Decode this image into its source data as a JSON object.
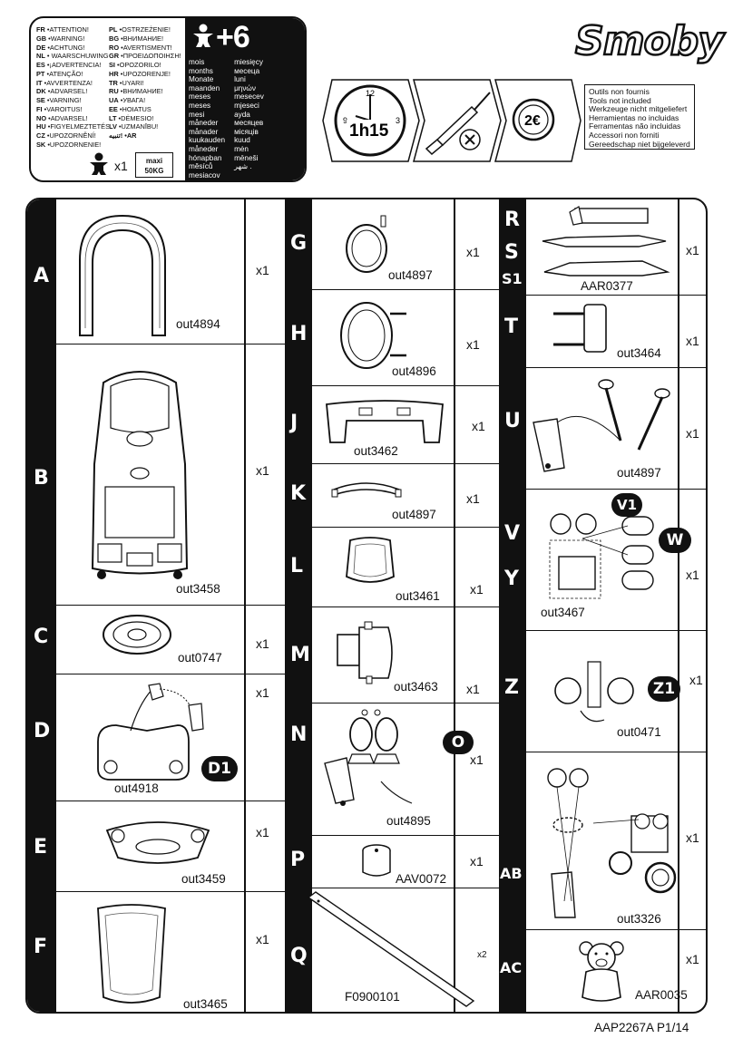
{
  "warnings": {
    "left": [
      [
        "FR",
        "•ATTENTION!"
      ],
      [
        "GB",
        "•WARNING!"
      ],
      [
        "DE",
        "•ACHTUNG!"
      ],
      [
        "NL",
        "• WAARSCHUWING!"
      ],
      [
        "ES",
        "•¡ADVERTENCIA!"
      ],
      [
        "PT",
        "•ATENÇÃO!"
      ],
      [
        "IT",
        "•AVVERTENZA!"
      ],
      [
        "DK",
        "•ADVARSEL!"
      ],
      [
        "SE",
        "•VARNING!"
      ],
      [
        "FI",
        "•VAROITUS!"
      ],
      [
        "NO",
        "•ADVARSEL!"
      ],
      [
        "HU",
        "•FIGYELMEZTETÉS!"
      ],
      [
        "CZ",
        "•UPOZORNĚNÍ!"
      ],
      [
        "SK",
        "•UPOZORNENIE!"
      ]
    ],
    "right": [
      [
        "PL",
        "•OSTRZEŻENIE!"
      ],
      [
        "BG",
        "•ВНИМАНИЕ!"
      ],
      [
        "RO",
        "•AVERTISMENT!"
      ],
      [
        "GR",
        "•ΠΡΟΕΙΔΟΠΟΙΗΣΗ!"
      ],
      [
        "SI",
        "•OPOZORILO!"
      ],
      [
        "HR",
        "•UPOZORENJE!"
      ],
      [
        "TR",
        "•UYARI!"
      ],
      [
        "RU",
        "•ВНИМАНИЕ!"
      ],
      [
        "UA",
        "•УВАГА!"
      ],
      [
        "EE",
        "•HOIATUS"
      ],
      [
        "LT",
        "•DĖMESIO!"
      ],
      [
        "LV",
        "•UZMANĪBU!"
      ],
      [
        "•AR",
        "تنبيه!"
      ]
    ],
    "age": "+6",
    "months_col1": [
      "mois",
      "months",
      "Monate",
      "maanden",
      "meses",
      "meses",
      "mesi",
      "måneder",
      "månader",
      "kuukauden",
      "måneder",
      "hónapban",
      "měsíců",
      "mesiacov"
    ],
    "months_col2": [
      "miesięcy",
      "месеца",
      "luni",
      "μηνών",
      "mesecev",
      "mjeseci",
      "ayda",
      "месяцев",
      "місяців",
      "kuud",
      "mėn",
      "mēneši",
      "شهر ."
    ],
    "quantity": "x1",
    "max_line1": "maxi",
    "max_line2": "50KG"
  },
  "brand": "Smoby",
  "tools": {
    "time": "1h15",
    "note_lines": [
      "Outils non fournis",
      "Tools not included",
      "Werkzeuge nicht mitgeliefert",
      "Herramientas no incluidas",
      "Ferramentas não incluidas",
      "Accessori non forniti",
      "Gereedschap niet bijgeleverd"
    ]
  },
  "parts": {
    "col1": [
      {
        "letter": "A",
        "ref": "out4894",
        "qty": "x1"
      },
      {
        "letter": "B",
        "ref": "out3458",
        "qty": "x1"
      },
      {
        "letter": "C",
        "ref": "out0747",
        "qty": "x1"
      },
      {
        "letter": "D",
        "ref": "out4918",
        "qty": "x1",
        "badge": "D1"
      },
      {
        "letter": "E",
        "ref": "out3459",
        "qty": "x1"
      },
      {
        "letter": "F",
        "ref": "out3465",
        "qty": "x1"
      }
    ],
    "col2": [
      {
        "letter": "G",
        "ref": "out4897",
        "qty": "x1"
      },
      {
        "letter": "H",
        "ref": "out4896",
        "qty": "x1"
      },
      {
        "letter": "J",
        "ref": "out3462",
        "qty": "x1"
      },
      {
        "letter": "K",
        "ref": "out4897",
        "qty": "x1"
      },
      {
        "letter": "L",
        "ref": "out3461",
        "qty": "x1"
      },
      {
        "letter": "M",
        "ref": "out3463",
        "qty": "x1"
      },
      {
        "letter": "N",
        "ref": "out4895",
        "qty": "x1",
        "badge": "O"
      },
      {
        "letter": "P",
        "ref": "AAV0072",
        "qty": "x1"
      },
      {
        "letter": "Q",
        "ref": "F0900101",
        "qty": "x2"
      }
    ],
    "col3": [
      {
        "letter": "R",
        "letter2": "S",
        "letter3": "S1",
        "ref": "AAR0377",
        "qty": "x1"
      },
      {
        "letter": "T",
        "ref": "out3464",
        "qty": "x1"
      },
      {
        "letter": "U",
        "ref": "out4897",
        "qty": "x1"
      },
      {
        "letter": "V",
        "letter2": "Y",
        "ref": "out3467",
        "qty": "x1",
        "badge": "W",
        "badge2": "V1"
      },
      {
        "letter": "Z",
        "ref": "out0471",
        "qty": "x1",
        "badge": "Z1"
      },
      {
        "letter": "AB",
        "ref": "out3326",
        "qty": "x1"
      },
      {
        "letter": "AC",
        "ref": "AAR0035",
        "qty": "x1"
      }
    ]
  },
  "footer": "AAP2267A P1/14"
}
